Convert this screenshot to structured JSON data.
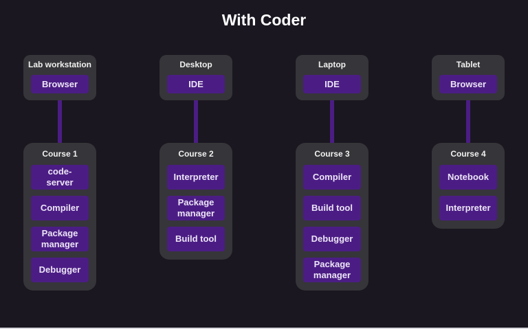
{
  "title": "With Coder",
  "colors": {
    "background": "#1a1720",
    "box": "#363539",
    "chip": "#4b1d84",
    "connector": "#4b1d84"
  },
  "columns": [
    {
      "device": "Lab workstation",
      "client": "Browser",
      "course": "Course 1",
      "tools": [
        "code-server",
        "Compiler",
        "Package manager",
        "Debugger"
      ]
    },
    {
      "device": "Desktop",
      "client": "IDE",
      "course": "Course 2",
      "tools": [
        "Interpreter",
        "Package manager",
        "Build tool"
      ]
    },
    {
      "device": "Laptop",
      "client": "IDE",
      "course": "Course 3",
      "tools": [
        "Compiler",
        "Build tool",
        "Debugger",
        "Package manager"
      ]
    },
    {
      "device": "Tablet",
      "client": "Browser",
      "course": "Course 4",
      "tools": [
        "Notebook",
        "Interpreter"
      ]
    }
  ]
}
